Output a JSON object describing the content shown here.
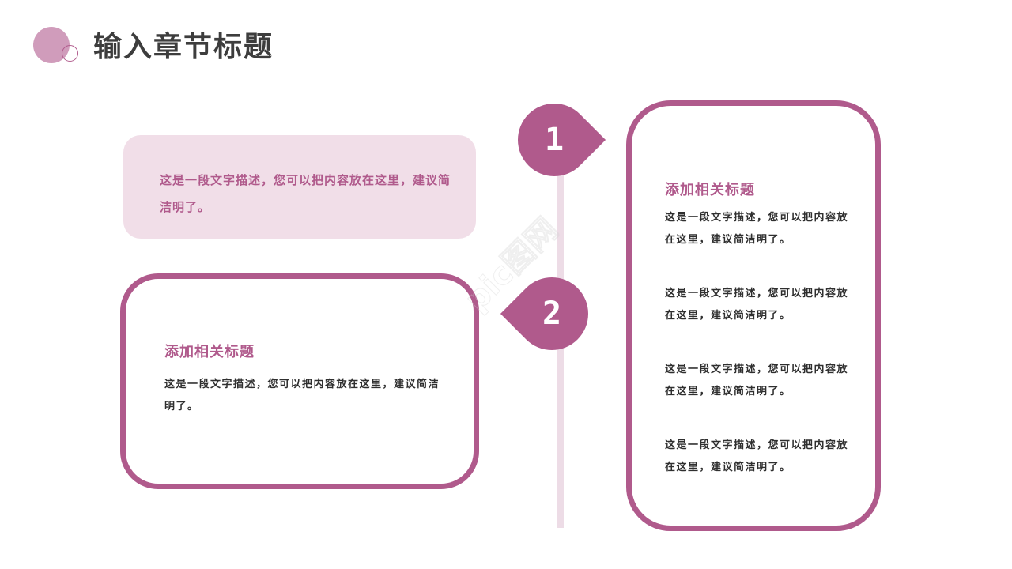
{
  "header": {
    "title": "输入章节标题"
  },
  "colors": {
    "accent": "#b05a8c",
    "accent_light": "#d09cbb",
    "panel_fill": "#f1dee8",
    "timeline": "#eddce6",
    "text_dark": "#2f2f2f",
    "title_text": "#3d3d3d"
  },
  "timeline": {
    "markers": [
      {
        "label": "1"
      },
      {
        "label": "2"
      }
    ]
  },
  "top_left_panel": {
    "text": "这是一段文字描述，您可以把内容放在这里，建议简洁明了。"
  },
  "left_card": {
    "heading": "添加相关标题",
    "text": "这是一段文字描述，您可以把内容放在这里，建议简洁明了。"
  },
  "right_card": {
    "heading": "添加相关标题",
    "paragraphs": [
      "这是一段文字描述，您可以把内容放在这里，建议简洁明了。",
      "这是一段文字描述，您可以把内容放在这里，建议简洁明了。",
      "这是一段文字描述，您可以把内容放在这里，建议简洁明了。",
      "这是一段文字描述，您可以把内容放在这里，建议简洁明了。"
    ]
  },
  "watermark": {
    "text": "pic图网"
  }
}
